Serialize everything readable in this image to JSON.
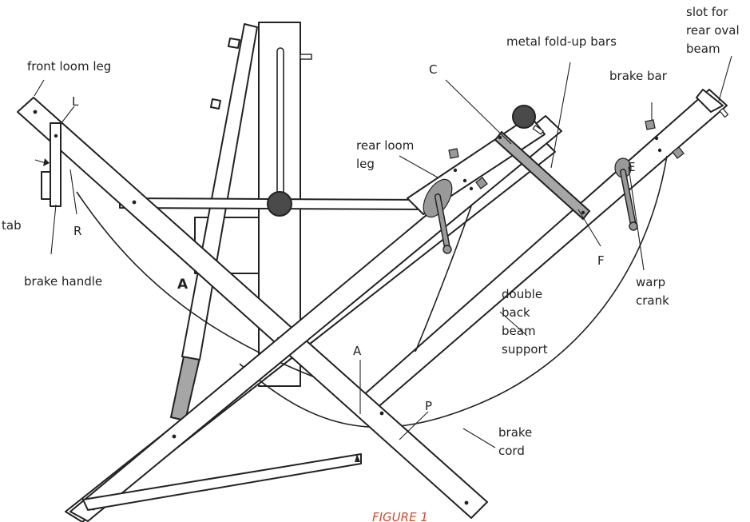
{
  "colors": {
    "line": "#222222",
    "wood": "#ffffff",
    "metal": "#a6a6a6",
    "knob": "#4a4a4a",
    "caption": "#d24c2c"
  },
  "labels": {
    "front_loom_leg": "front loom leg",
    "L": "L",
    "tab": "tab",
    "R": "R",
    "brake_handle": "brake handle",
    "A_bold": "A",
    "rear_loom_leg_line1": "rear loom",
    "rear_loom_leg_line2": "leg",
    "C": "C",
    "metal_fold_up_bars": "metal fold-up bars",
    "brake_bar": "brake bar",
    "slot_line1": "slot for",
    "slot_line2": "rear oval",
    "slot_line3": "beam",
    "E": "E",
    "F": "F",
    "warp_crank_line1": "warp",
    "warp_crank_line2": "crank",
    "dbbs_line1": "double",
    "dbbs_line2": "back",
    "dbbs_line3": "beam",
    "dbbs_line4": "support",
    "A": "A",
    "P": "P",
    "brake_cord_line1": "brake",
    "brake_cord_line2": "cord"
  },
  "caption": "FIGURE 1"
}
